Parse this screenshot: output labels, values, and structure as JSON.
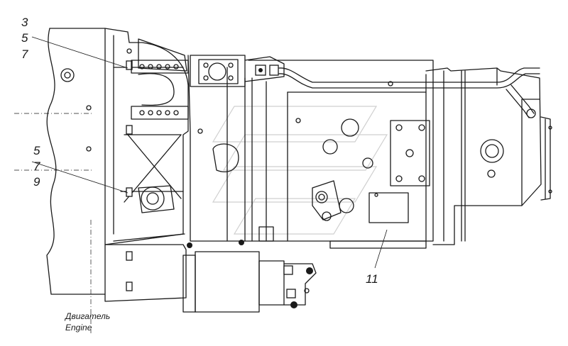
{
  "callouts": {
    "group_top": [
      "3",
      "5",
      "7"
    ],
    "group_middle": [
      "5",
      "7",
      "9"
    ],
    "item_11": "11"
  },
  "engine_label": {
    "ru": "Двигатель",
    "en": "Engine"
  }
}
